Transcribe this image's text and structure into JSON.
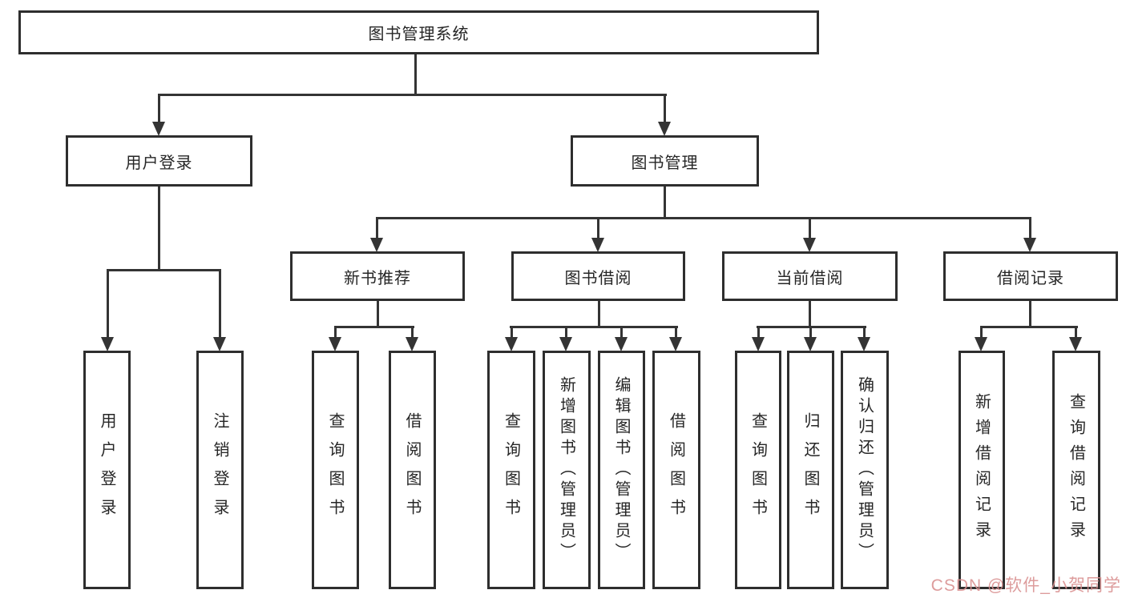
{
  "diagram": {
    "type": "tree",
    "colors": {
      "line": "#343434",
      "border": "#2e2e2e",
      "text": "#262626",
      "background": "#ffffff",
      "watermark": "#d98f8f"
    },
    "nodes": {
      "root": {
        "label": "图书管理系统"
      },
      "level2": [
        {
          "label": "用户登录"
        },
        {
          "label": "图书管理"
        }
      ],
      "level3": [
        {
          "label": "新书推荐",
          "parent": "图书管理"
        },
        {
          "label": "图书借阅",
          "parent": "图书管理"
        },
        {
          "label": "当前借阅",
          "parent": "图书管理"
        },
        {
          "label": "借阅记录",
          "parent": "图书管理"
        }
      ],
      "level4": [
        {
          "label": "用户登录",
          "parent": "用户登录"
        },
        {
          "label": "注销登录",
          "parent": "用户登录"
        },
        {
          "label": "查询图书",
          "parent": "新书推荐"
        },
        {
          "label": "借阅图书",
          "parent": "新书推荐"
        },
        {
          "label": "查询图书",
          "parent": "图书借阅"
        },
        {
          "label": "新增图书（管理员）",
          "parent": "图书借阅"
        },
        {
          "label": "编辑图书（管理员）",
          "parent": "图书借阅"
        },
        {
          "label": "借阅图书",
          "parent": "图书借阅"
        },
        {
          "label": "查询图书",
          "parent": "当前借阅"
        },
        {
          "label": "归还图书",
          "parent": "当前借阅"
        },
        {
          "label": "确认归还（管理员）",
          "parent": "当前借阅"
        },
        {
          "label": "新增借阅记录",
          "parent": "借阅记录"
        },
        {
          "label": "查询借阅记录",
          "parent": "借阅记录"
        }
      ]
    },
    "watermark": {
      "text": "CSDN @软件_小贺同学"
    }
  }
}
